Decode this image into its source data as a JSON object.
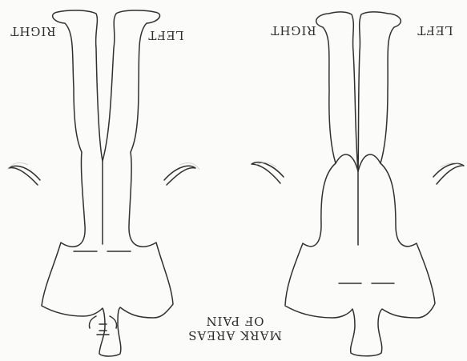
{
  "labels": {
    "right_1": "RIGHT",
    "left_1": "LEFT",
    "right_2": "RIGHT",
    "left_2": "LEFT"
  },
  "caption": {
    "line_1": "MARK AREAS",
    "line_2": "OF PAIN"
  },
  "colors": {
    "paper": "#fbfbfa",
    "ink": "#2b2b2b"
  }
}
